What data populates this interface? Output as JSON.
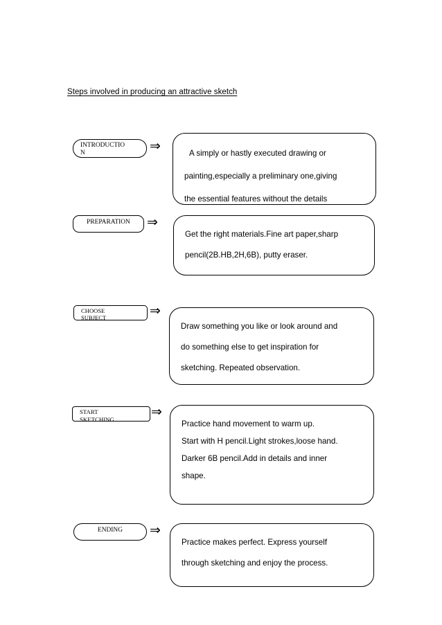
{
  "document": {
    "title": "Steps involved in producing an attractive sketch"
  },
  "flow": {
    "arrow_glyph": "⇒",
    "steps": [
      {
        "label": "INTRODUCTIO\nN",
        "label_plain": "INTRODUCTION",
        "lines": [
          "A simply or hastly executed drawing or",
          "painting,especially a preliminary one,giving",
          "the essential features without the details"
        ]
      },
      {
        "label": "PREPARATION",
        "label_plain": "PREPARATION",
        "lines": [
          "Get the right materials.Fine art paper,sharp",
          "pencil(2B.HB,2H,6B), putty eraser."
        ]
      },
      {
        "label": "CHOOSE\nSUBJECT",
        "label_plain": "CHOOSE SUBJECT",
        "lines": [
          "Draw something you like or look around and",
          "do something else to get inspiration for",
          "sketching. Repeated observation."
        ]
      },
      {
        "label": "START\nSKETCHING",
        "label_plain": "START SKETCHING",
        "lines": [
          "Practice hand movement to warm up.",
          "Start with H pencil.Light strokes,loose hand.",
          "Darker 6B pencil.Add in details and inner",
          "shape."
        ]
      },
      {
        "label": "ENDING",
        "label_plain": "ENDING",
        "lines": [
          "Practice makes perfect. Express yourself",
          "through sketching and enjoy the process."
        ]
      }
    ]
  },
  "colors": {
    "ink": "#000000",
    "paper": "#ffffff"
  }
}
